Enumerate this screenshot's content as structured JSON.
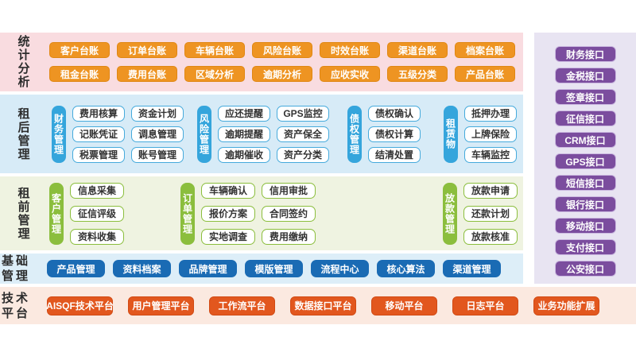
{
  "colors": {
    "orange_chip": "#EE9422",
    "purple_chip": "#7B4D9E",
    "blue_tag": "#35A5DC",
    "green_tag": "#8BBE3D",
    "navy_chip": "#1A6BB4",
    "red_chip": "#E2571E",
    "band_pink": "#F9DCE0",
    "band_blue": "#D7EBF7",
    "band_green": "#EFF3E1",
    "band_blue2": "#DDEEF8",
    "band_peach": "#FBE9E0",
    "band_purple": "#E8E4F2"
  },
  "sections": {
    "stats": {
      "label": "统计分析",
      "rows": [
        [
          "客户台账",
          "订单台账",
          "车辆台账",
          "风险台账",
          "时效台账",
          "渠道台账",
          "档案台账"
        ],
        [
          "租金台账",
          "费用台账",
          "区域分析",
          "逾期分析",
          "应收实收",
          "五级分类",
          "产品台账"
        ]
      ]
    },
    "post_lease": {
      "label": "租后管理",
      "groups": [
        {
          "name": "财务管理",
          "columns": [
            [
              "费用核算",
              "记账凭证",
              "税票管理"
            ],
            [
              "资金计划",
              "调息管理",
              "账号管理"
            ]
          ]
        },
        {
          "name": "风险管理",
          "columns": [
            [
              "应还提醒",
              "逾期提醒",
              "逾期催收"
            ],
            [
              "GPS监控",
              "资产保全",
              "资产分类"
            ]
          ]
        },
        {
          "name": "债权管理",
          "columns": [
            [
              "债权确认",
              "债权计算",
              "结清处置"
            ]
          ]
        },
        {
          "name": "租赁物",
          "columns": [
            [
              "抵押办理",
              "上牌保险",
              "车辆监控"
            ]
          ]
        }
      ]
    },
    "pre_lease": {
      "label": "租前管理",
      "groups": [
        {
          "name": "客户管理",
          "columns": [
            [
              "信息采集",
              "征信评级",
              "资料收集"
            ]
          ]
        },
        {
          "name": "订单管理",
          "columns": [
            [
              "车辆确认",
              "报价方案",
              "实地调查"
            ],
            [
              "信用审批",
              "合同签约",
              "费用缴纳"
            ]
          ]
        },
        {
          "name": "放款管理",
          "columns": [
            [
              "放款申请",
              "还款计划",
              "放款核准"
            ]
          ]
        }
      ]
    },
    "basic": {
      "label": "基础管理",
      "items": [
        "产品管理",
        "资料档案",
        "品牌管理",
        "模版管理",
        "流程中心",
        "核心算法",
        "渠道管理"
      ]
    },
    "platform": {
      "label": "技术平台",
      "items": [
        "AISQF技术平台",
        "用户管理平台",
        "工作流平台",
        "数据接口平台",
        "移动平台",
        "日志平台",
        "业务功能扩展"
      ]
    },
    "interfaces": {
      "items": [
        "财务接口",
        "金税接口",
        "签章接口",
        "征信接口",
        "CRM接口",
        "GPS接口",
        "短信接口",
        "银行接口",
        "移动接口",
        "支付接口",
        "公安接口"
      ]
    }
  }
}
